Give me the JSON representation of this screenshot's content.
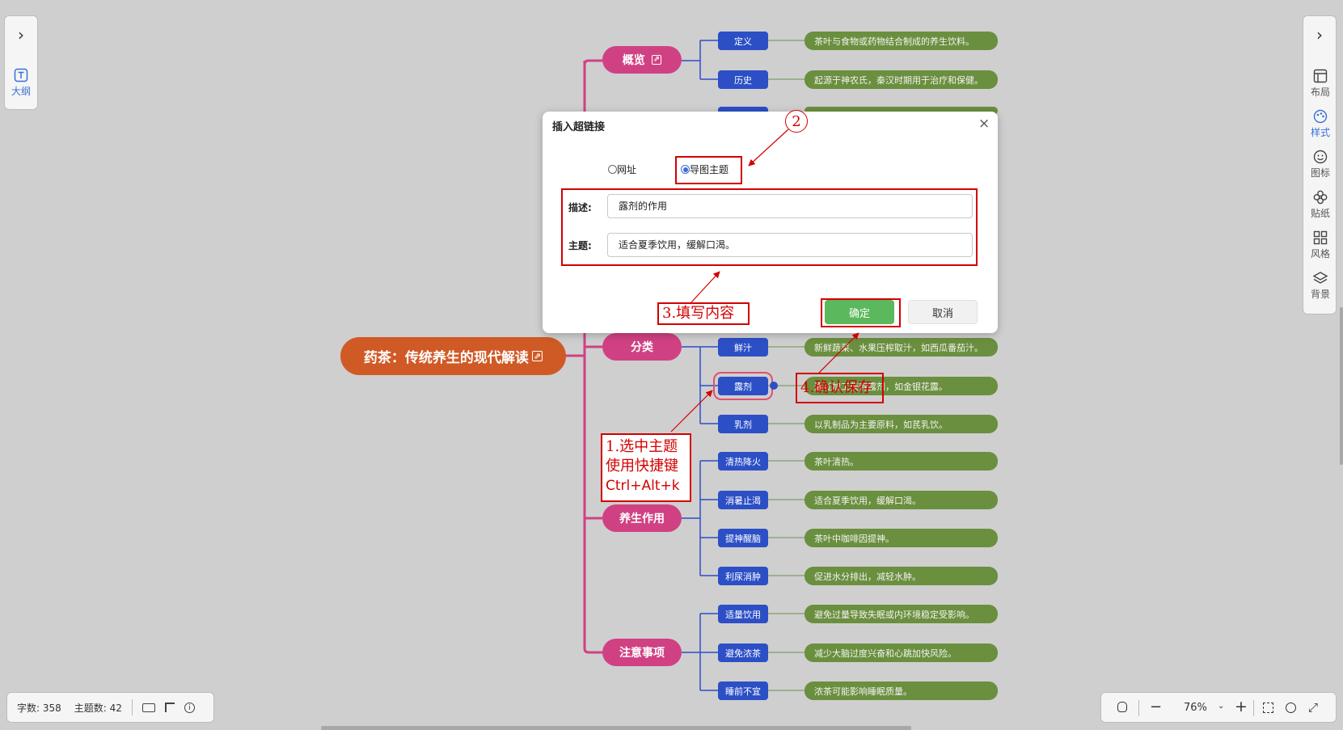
{
  "left_toolbar": {
    "outline_label": "大纲"
  },
  "right_toolbar": {
    "items": [
      {
        "label": "布局",
        "icon": "layout-icon"
      },
      {
        "label": "样式",
        "icon": "palette-icon"
      },
      {
        "label": "图标",
        "icon": "smiley-icon"
      },
      {
        "label": "贴纸",
        "icon": "sticker-icon"
      },
      {
        "label": "风格",
        "icon": "grid-icon"
      },
      {
        "label": "背景",
        "icon": "layers-icon"
      }
    ],
    "active_item": "样式"
  },
  "mindmap": {
    "root": "药茶：传统养生的现代解读",
    "branches": [
      {
        "label": "概览",
        "children": [
          {
            "label": "定义",
            "detail": "茶叶与食物或药物结合制成的养生饮料。"
          },
          {
            "label": "历史",
            "detail": "起源于神农氏，秦汉时期用于治疗和保健。"
          }
        ]
      },
      {
        "label": "分类",
        "children": [
          {
            "label": "鲜汁",
            "detail": "新鲜蔬菜、水果压榨取汁，如西瓜番茄汁。"
          },
          {
            "label": "露剂",
            "detail": "通过加工获得露剂，如金银花露。"
          },
          {
            "label": "乳剂",
            "detail": "以乳制品为主要原料，如芪乳饮。"
          }
        ]
      },
      {
        "label": "养生作用",
        "children": [
          {
            "label": "清热降火",
            "detail": "茶叶清热。"
          },
          {
            "label": "消暑止渴",
            "detail": "适合夏季饮用，缓解口渴。"
          },
          {
            "label": "提神醒脑",
            "detail": "茶叶中咖啡因提神。"
          },
          {
            "label": "利尿消肿",
            "detail": "促进水分排出，减轻水肿。"
          }
        ]
      },
      {
        "label": "注意事项",
        "children": [
          {
            "label": "适量饮用",
            "detail": "避免过量导致失眠或内环境稳定受影响。"
          },
          {
            "label": "避免浓茶",
            "detail": "减少大脑过度兴奋和心跳加快风险。"
          },
          {
            "label": "睡前不宜",
            "detail": "浓茶可能影响睡眠质量。"
          }
        ]
      }
    ]
  },
  "dialog": {
    "title": "插入超链接",
    "radio_url": "网址",
    "radio_topic": "导图主题",
    "selected_radio": "导图主题",
    "desc_label": "描述:",
    "desc_value": "露剂的作用",
    "topic_label": "主题:",
    "topic_value": "适合夏季饮用，缓解口渴。",
    "ok_label": "确定",
    "cancel_label": "取消"
  },
  "annotations": {
    "step1": [
      "1.选中主题",
      "使用快捷键",
      "Ctrl+Alt+k"
    ],
    "step2": "2",
    "step3": "3.填写内容",
    "step4": "4.确认保存"
  },
  "status_bar": {
    "word_count": "字数: 358",
    "topic_count": "主题数: 42"
  },
  "zoom": {
    "level": "76%"
  },
  "colors": {
    "root": "#d05a26",
    "level1": "#d04183",
    "level2": "#2c4fc6",
    "level3": "#6a8f3e",
    "annotation": "#d40000",
    "ok_button": "#5cb85c",
    "accent": "#3a6fd8"
  }
}
